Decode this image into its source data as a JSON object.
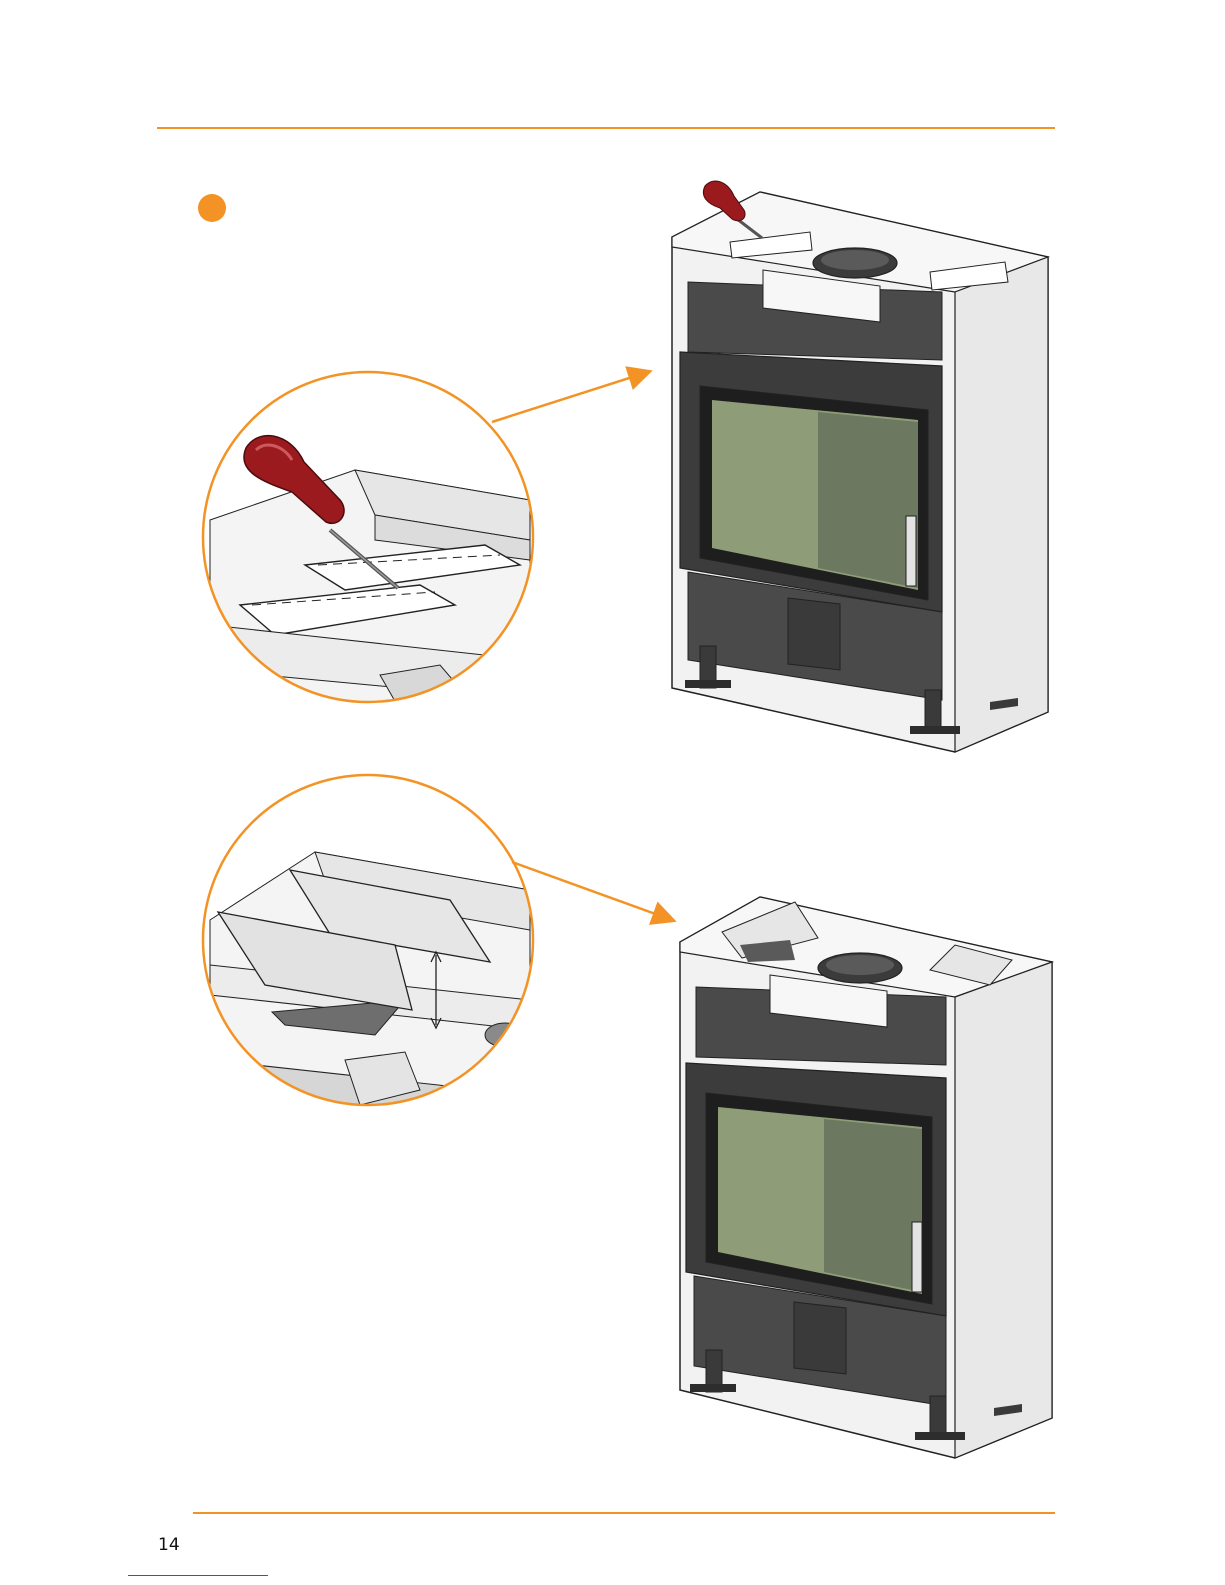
{
  "page": {
    "number": "14",
    "accent_color": "#f39325"
  },
  "figures": [
    {
      "name": "stove-with-knockout-panels",
      "icon": "stove-icon",
      "tool": "screwdriver-icon"
    },
    {
      "name": "stove-with-bent-panels",
      "icon": "stove-icon"
    }
  ],
  "colors": {
    "stove_body": "#f2f2f2",
    "stove_dark": "#4a4a4a",
    "glass": "#8f9c78",
    "screwdriver": "#9a1a1e",
    "link": "#2b55c8"
  }
}
